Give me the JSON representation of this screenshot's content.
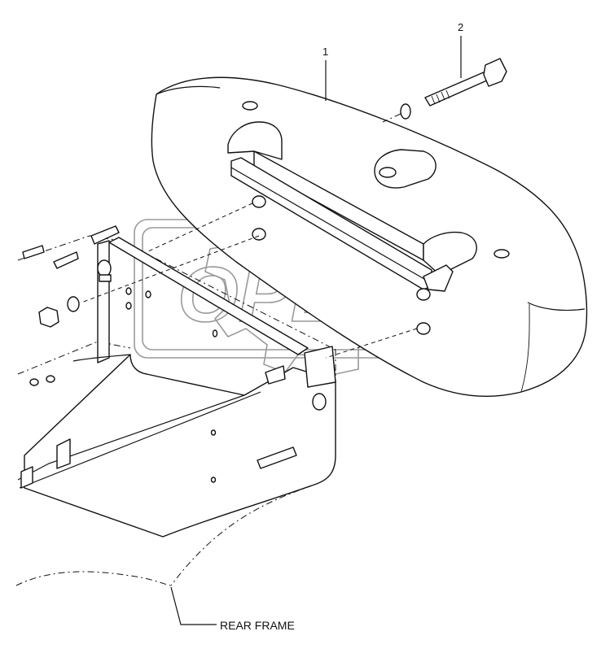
{
  "callouts": {
    "part1": "1",
    "part2": "2"
  },
  "labels": {
    "rear_frame": "REAR FRAME"
  },
  "watermark": {
    "text": "OPEX"
  },
  "colors": {
    "ink": "#111111",
    "watermark": "#9a9a9a",
    "background": "#ffffff"
  }
}
